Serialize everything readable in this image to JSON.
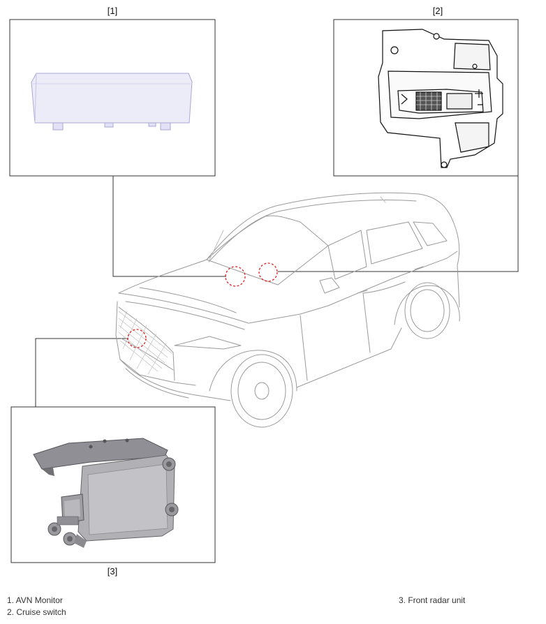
{
  "callouts": {
    "c1": "[1]",
    "c2": "[2]",
    "c3": "[3]"
  },
  "legend": {
    "item1": "1. AVN Monitor",
    "item2": "2. Cruise switch",
    "item3": "3. Front radar unit"
  },
  "colors": {
    "frame": "#333333",
    "highlight": "#e02020",
    "car_outline": "#9a9a9a",
    "monitor_fill": "#ecebf8",
    "monitor_edge": "#a9a8d6",
    "radar_body": "#a9a9ae"
  }
}
